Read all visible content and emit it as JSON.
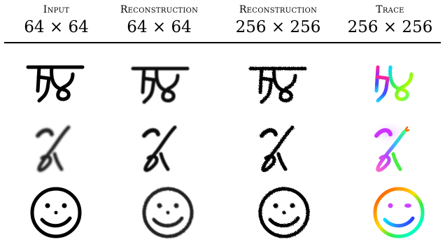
{
  "columns": [
    {
      "label": "Input",
      "size": "64 × 64"
    },
    {
      "label": "Reconstruction",
      "size": "64 × 64"
    },
    {
      "label": "Reconstruction",
      "size": "256 × 256"
    },
    {
      "label": "Trace",
      "size": "256 × 256"
    }
  ],
  "rows": [
    {
      "name": "character-glyph"
    },
    {
      "name": "handwritten-stroke"
    },
    {
      "name": "smiley-face"
    }
  ],
  "colors": {
    "ink": "#000000",
    "trace_gradient": [
      "#ff0000",
      "#ff8800",
      "#ffee00",
      "#33dd33",
      "#00ccff",
      "#3344ff",
      "#cc22ff",
      "#ff00aa"
    ]
  }
}
